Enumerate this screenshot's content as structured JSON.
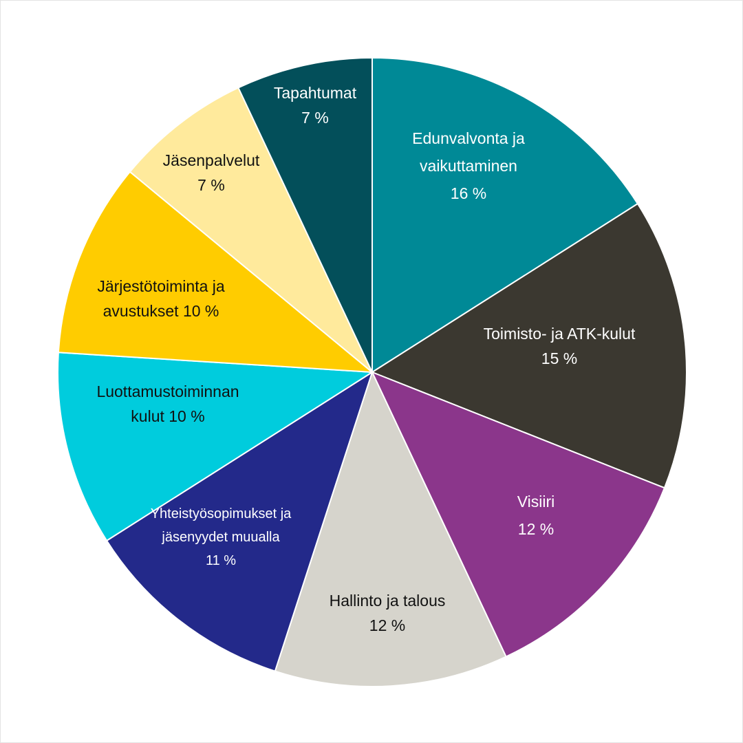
{
  "chart_data": {
    "type": "pie",
    "title": "",
    "start": "top",
    "direction": "clockwise",
    "slices": [
      {
        "name": "Edunvalvonta ja vaikuttaminen",
        "value": 16,
        "color": "#008996",
        "text_color": "#ffffff",
        "label_lines": [
          "Edunvalvonta ja",
          "vaikuttaminen",
          "16 %"
        ]
      },
      {
        "name": "Toimisto- ja ATK-kulut",
        "value": 15,
        "color": "#3b3830",
        "text_color": "#ffffff",
        "label_lines": [
          "Toimisto- ja ATK-kulut",
          "15 %"
        ]
      },
      {
        "name": "Visiiri",
        "value": 12,
        "color": "#8b368b",
        "text_color": "#ffffff",
        "label_lines": [
          "Visiiri",
          "12 %"
        ]
      },
      {
        "name": "Hallinto ja talous",
        "value": 12,
        "color": "#d6d4cc",
        "text_color": "#111111",
        "label_lines": [
          "Hallinto ja talous",
          "12 %"
        ]
      },
      {
        "name": "Yhteistyösopimukset ja jäsenyydet muualla",
        "value": 11,
        "color": "#23298a",
        "text_color": "#ffffff",
        "label_lines": [
          "Yhteistyösopimukset ja",
          "jäsenyydet muualla",
          "11 %"
        ]
      },
      {
        "name": "Luottamustoiminnan kulut",
        "value": 10,
        "color": "#00ccdd",
        "text_color": "#111111",
        "label_lines": [
          "Luottamustoiminnan",
          "kulut 10 %"
        ]
      },
      {
        "name": "Järjestötoiminta ja avustukset",
        "value": 10,
        "color": "#ffcc00",
        "text_color": "#111111",
        "label_lines": [
          "Järjestötoiminta ja",
          "avustukset 10 %"
        ]
      },
      {
        "name": "Jäsenpalvelut",
        "value": 7,
        "color": "#ffea9c",
        "text_color": "#111111",
        "label_lines": [
          "Jäsenpalvelut",
          "7 %"
        ]
      },
      {
        "name": "Tapahtumat",
        "value": 7,
        "color": "#034f5a",
        "text_color": "#ffffff",
        "label_lines": [
          "Tapahtumat",
          "7 %"
        ]
      }
    ]
  }
}
